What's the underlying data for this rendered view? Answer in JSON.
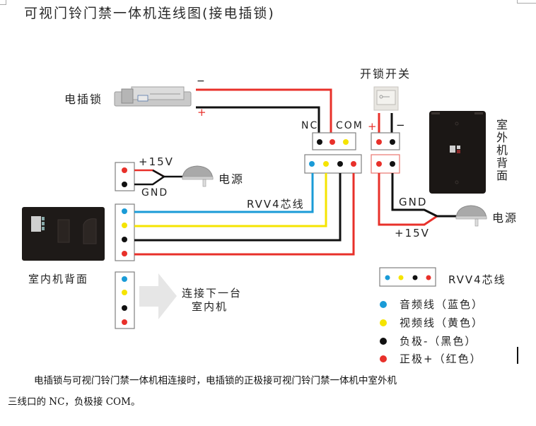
{
  "title": "可视门铃门禁一体机连线图(接电插锁)",
  "labels": {
    "electric_lock": "电插锁",
    "lock_minus": "−",
    "lock_plus": "+",
    "unlock_switch": "开锁开关",
    "nc": "NC",
    "com": "COM",
    "switch_plus": "+",
    "switch_minus": "−",
    "outdoor_unit_back": "室外机背面",
    "power_supply_left": "电源",
    "power_supply_right": "电源",
    "plus15v_left": "+15V",
    "gnd_left": "GND",
    "plus15v_right": "+15V",
    "gnd_right": "GND",
    "rvv4_cable": "RVV4芯线",
    "indoor_unit_back": "室内机背面",
    "next_indoor_line1": "连接下一台",
    "next_indoor_line2": "室内机"
  },
  "legend": {
    "cable_label": "RVV4芯线",
    "items": [
      {
        "label": "音频线（蓝色）",
        "color": "#1a9bd7"
      },
      {
        "label": "视频线（黄色）",
        "color": "#f5e400"
      },
      {
        "label": "负极-（黑色）",
        "color": "#111111"
      },
      {
        "label": "正极+（红色）",
        "color": "#e8302a"
      }
    ]
  },
  "colors": {
    "red": "#e8302a",
    "black": "#111111",
    "blue": "#1a9bd7",
    "yellow": "#f5e400",
    "box_border": "#808080",
    "arrow": "#e6e6e6"
  },
  "paragraph": {
    "line1": "电插锁与可视门铃门禁一体机相连接时，电插锁的正极接可视门铃门禁一体机中室外机",
    "line2": "三线口的 NC，负极接 COM。"
  }
}
